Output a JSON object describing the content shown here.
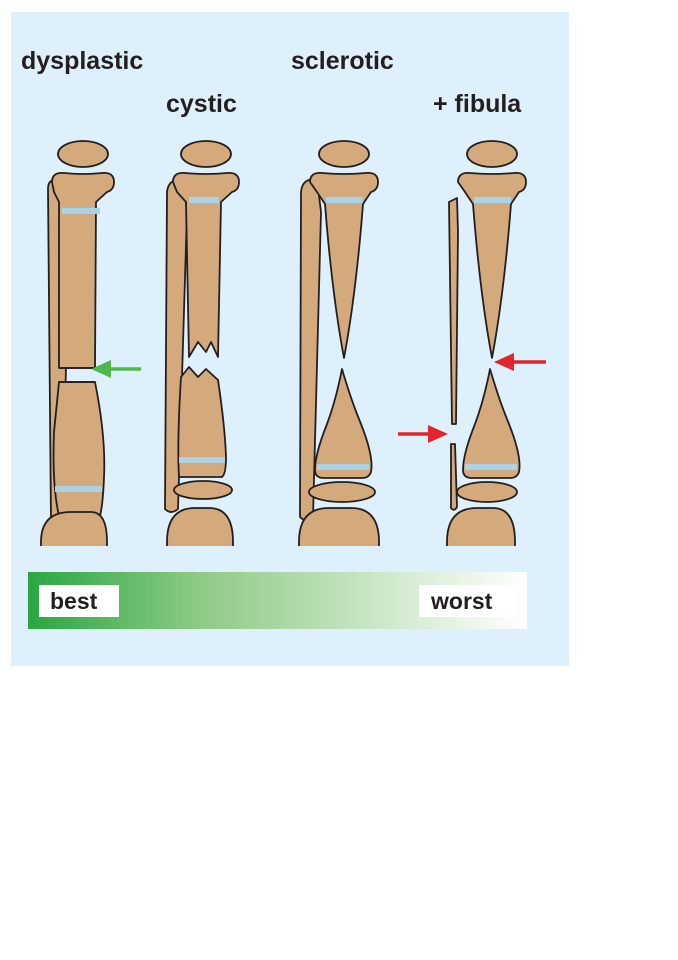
{
  "colors": {
    "background": "#def0fb",
    "bone": "#d4aa7d",
    "outline": "#231f20",
    "growth_plate": "#abd3e8",
    "green_arrow": "#4fb74c",
    "red_arrow": "#e0262a",
    "scale_start": "#2aa742",
    "scale_end": "#ffffff"
  },
  "labels": {
    "dysplastic": "dysplastic",
    "cystic": "cystic",
    "sclerotic": "sclerotic",
    "fibula": "+ fibula"
  },
  "scale": {
    "best": "best",
    "worst": "worst"
  },
  "icons": {
    "green": "arrow-left-icon",
    "red": "arrow-left-icon"
  }
}
